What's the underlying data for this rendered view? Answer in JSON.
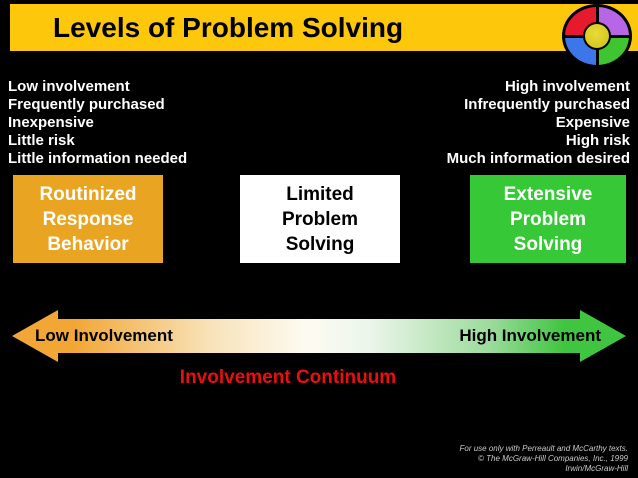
{
  "slide": {
    "title": "Levels of Problem Solving",
    "title_bar_color": "#FDC70C",
    "background_color": "#000000",
    "logo": {
      "icon": "four-color-wheel-logo",
      "quadrant_colors": {
        "top_left": "#E6192D",
        "top_right": "#B766E8",
        "bottom_left": "#3C76E8",
        "bottom_right": "#3FC52F",
        "center": "#D6C922"
      }
    },
    "lists": {
      "left": {
        "0": "Low involvement",
        "1": "Frequently purchased",
        "2": "Inexpensive",
        "3": "Little risk",
        "4": "Little information needed"
      },
      "right": {
        "0": "High involvement",
        "1": "Infrequently purchased",
        "2": "Expensive",
        "3": "High risk",
        "4": "Much information desired"
      }
    },
    "boxes": {
      "routinized": {
        "label": "Routinized\nResponse\nBehavior",
        "color": "#E9A522"
      },
      "limited": {
        "label": "Limited\nProblem\nSolving",
        "color": "#FFFFFF"
      },
      "extensive": {
        "label": "Extensive\nProblem\nSolving",
        "color": "#37C837"
      }
    },
    "arrow": {
      "left_label": "Low Involvement",
      "right_label": "High Involvement",
      "gradient_start_color": "#F2A636",
      "gradient_end_color": "#3FC53F"
    },
    "continuum_label": "Involvement Continuum",
    "continuum_color": "#E90F0F",
    "footer": {
      "lines": {
        "0": "For use only with Perreault and McCarthy texts.",
        "1": "© The McGraw-Hill Companies, Inc., 1999",
        "2": "Irwin/McGraw-Hill"
      }
    }
  }
}
